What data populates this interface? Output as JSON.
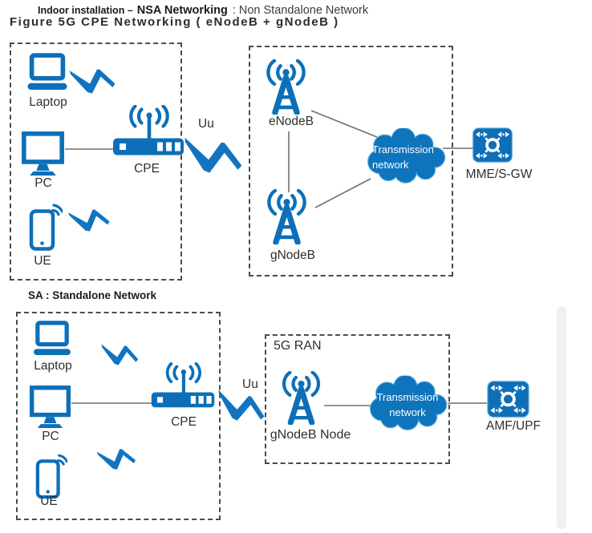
{
  "title": {
    "prefix_bold": "Indoor installation –",
    "network_bold": "NSA Networking",
    "suffix": ": Non Standalone Network"
  },
  "clipped_caption": "Figure 5G CPE Networking ( eNodeB + gNodeB )",
  "nsa": {
    "devices": {
      "laptop": "Laptop",
      "pc": "PC",
      "ue": "UE",
      "cpe": "CPE"
    },
    "uu": "Uu",
    "ran": {
      "enodeb": "eNodeB",
      "gnodeb": "gNodeB"
    },
    "cloud": {
      "line1": "Transmission",
      "line2": "network"
    },
    "core": "MME/S-GW"
  },
  "sa": {
    "heading": "SA : Standalone Network",
    "devices": {
      "laptop": "Laptop",
      "pc": "PC",
      "ue": "UE",
      "cpe": "CPE"
    },
    "uu": "Uu",
    "ran": {
      "title": "5G RAN",
      "gnodeb": "gNodeB Node"
    },
    "cloud": {
      "line1": "Transmission",
      "line2": "network"
    },
    "core": "AMF/UPF"
  },
  "colors": {
    "icon_blue": "#0d6fb8",
    "bolt_blue": "#1274c0",
    "cloud_blue": "#0e74bc",
    "cloud_outline": "#5facdd",
    "connector_gray": "#6f6f6f",
    "dashed_border": "#4b4b4b",
    "label_text": "#2f2f2f"
  }
}
